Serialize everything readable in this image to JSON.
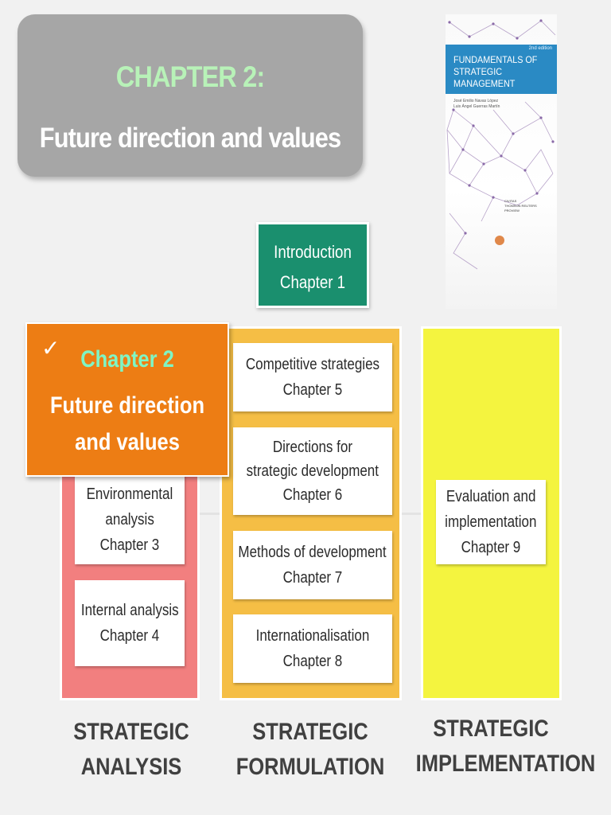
{
  "title": {
    "chapter": "CHAPTER 2:",
    "subtitle": "Future direction and values"
  },
  "book": {
    "title": "FUNDAMENTALS OF STRATEGIC MANAGEMENT",
    "edition": "2nd edition",
    "authors": [
      "José Emilio Navas López",
      "Luis Ángel Guerras Martín"
    ],
    "publisher": [
      "CIVITAS",
      "THOMSON REUTERS",
      "PROVIEW"
    ]
  },
  "intro": {
    "label": "Introduction",
    "chapter": "Chapter 1"
  },
  "highlight": {
    "check": "✓",
    "chapter": "Chapter 2",
    "line1": "Future direction",
    "line2": "and values"
  },
  "analysis": {
    "cards": [
      {
        "lines": [
          "Environmental",
          "analysis"
        ],
        "chapter": "Chapter 3"
      },
      {
        "lines": [
          "Internal analysis"
        ],
        "chapter": "Chapter 4"
      }
    ],
    "heading": [
      "STRATEGIC",
      "ANALYSIS"
    ]
  },
  "formulation": {
    "cards": [
      {
        "lines": [
          "Competitive strategies"
        ],
        "chapter": "Chapter 5"
      },
      {
        "lines": [
          "Directions for",
          "strategic development"
        ],
        "chapter": "Chapter 6"
      },
      {
        "lines": [
          "Methods of development"
        ],
        "chapter": "Chapter 7"
      },
      {
        "lines": [
          "Internationalisation"
        ],
        "chapter": "Chapter 8"
      }
    ],
    "heading": [
      "STRATEGIC",
      "FORMULATION"
    ]
  },
  "implementation": {
    "cards": [
      {
        "lines": [
          "Evaluation and",
          "implementation"
        ],
        "chapter": "Chapter 9"
      }
    ],
    "heading": [
      "STRATEGIC",
      "IMPLEMENTATION"
    ]
  },
  "colors": {
    "banner": "#a6a6a6",
    "intro": "#1a8f6e",
    "highlight": "#ed7d14",
    "analysis": "#f27f7f",
    "formulation": "#f5be45",
    "implementation": "#f4f43f"
  }
}
